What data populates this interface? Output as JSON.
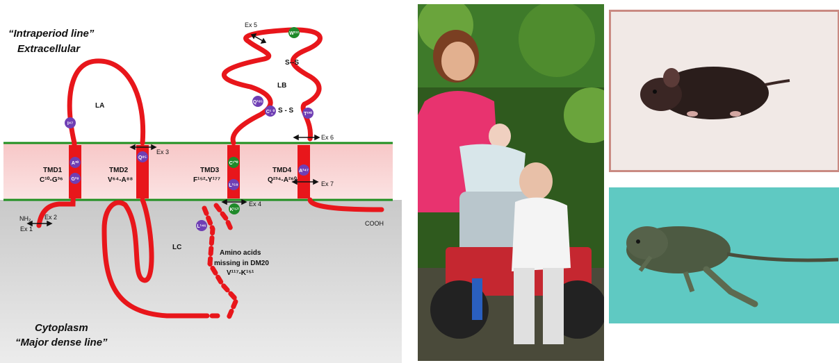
{
  "diagram": {
    "extracellular_label": [
      "“Intraperiod line”",
      "Extracellular"
    ],
    "cytoplasm_label": [
      "Cytoplasm",
      "“Major dense line”"
    ],
    "loops": {
      "la": "LA",
      "lb": "LB",
      "lc": "LC"
    },
    "tmds": [
      {
        "name": "TMD1",
        "range": "C¹⁰-G³⁶"
      },
      {
        "name": "TMD2",
        "range": "V⁶⁴-A⁸⁸"
      },
      {
        "name": "TMD3",
        "range": "F¹⁵²-Y¹⁷⁷"
      },
      {
        "name": "TMD4",
        "range": "Q²³⁴-A²⁶⁰"
      }
    ],
    "exons": [
      "Ex 1",
      "Ex 2",
      "Ex 3",
      "Ex 4",
      "Ex 5",
      "Ex 6",
      "Ex 7"
    ],
    "residues": [
      "I⁴⁷",
      "A³⁰",
      "G²⁸",
      "Q⁸⁵",
      "C¹‶⁰",
      "L¹⁵⁸",
      "K¹⁵²",
      "L¹⁴⁶",
      "W²¹²",
      "Q¹⁸⁵",
      "C¹‸⁰",
      "T²³⁰",
      "A²⁴⁷"
    ],
    "disulfide": [
      "S--S",
      "S - S"
    ],
    "n_terminus": "NH₂",
    "c_terminus": "COOH",
    "deletion_note": [
      "Amino acids",
      "missing in DM20",
      "V¹¹⁷-K¹⁵¹"
    ]
  },
  "colors": {
    "chain": "#e8161b",
    "membrane_line": "#1f8f1f",
    "residue_purple": "#6f3fb4",
    "residue_green": "#1f8a2a",
    "membrane_fill": "#f5b5b5",
    "cytoplasm_fill": "#cfcfcf"
  },
  "photos": [
    "family-with-child-in-wheelchair",
    "dark-mouse-on-white",
    "gray-mouse-on-teal"
  ]
}
